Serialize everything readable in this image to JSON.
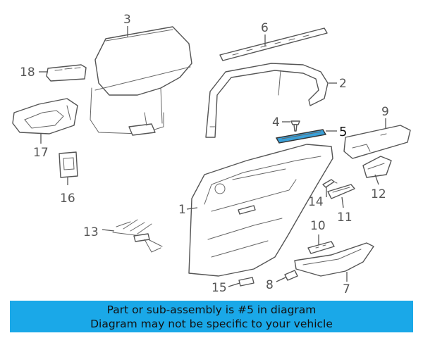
{
  "callouts": {
    "c1": "1",
    "c2": "2",
    "c3": "3",
    "c4": "4",
    "c5": "5",
    "c6": "6",
    "c7": "7",
    "c8": "8",
    "c9": "9",
    "c10": "10",
    "c11": "11",
    "c12": "12",
    "c13": "13",
    "c14": "14",
    "c15": "15",
    "c16": "16",
    "c17": "17",
    "c18": "18"
  },
  "highlight_color": "#3aa0d8",
  "banner": {
    "line1": "Part or sub-assembly is #5 in diagram",
    "line2": "Diagram may not be specific to your vehicle",
    "background": "#1aa8e8"
  }
}
